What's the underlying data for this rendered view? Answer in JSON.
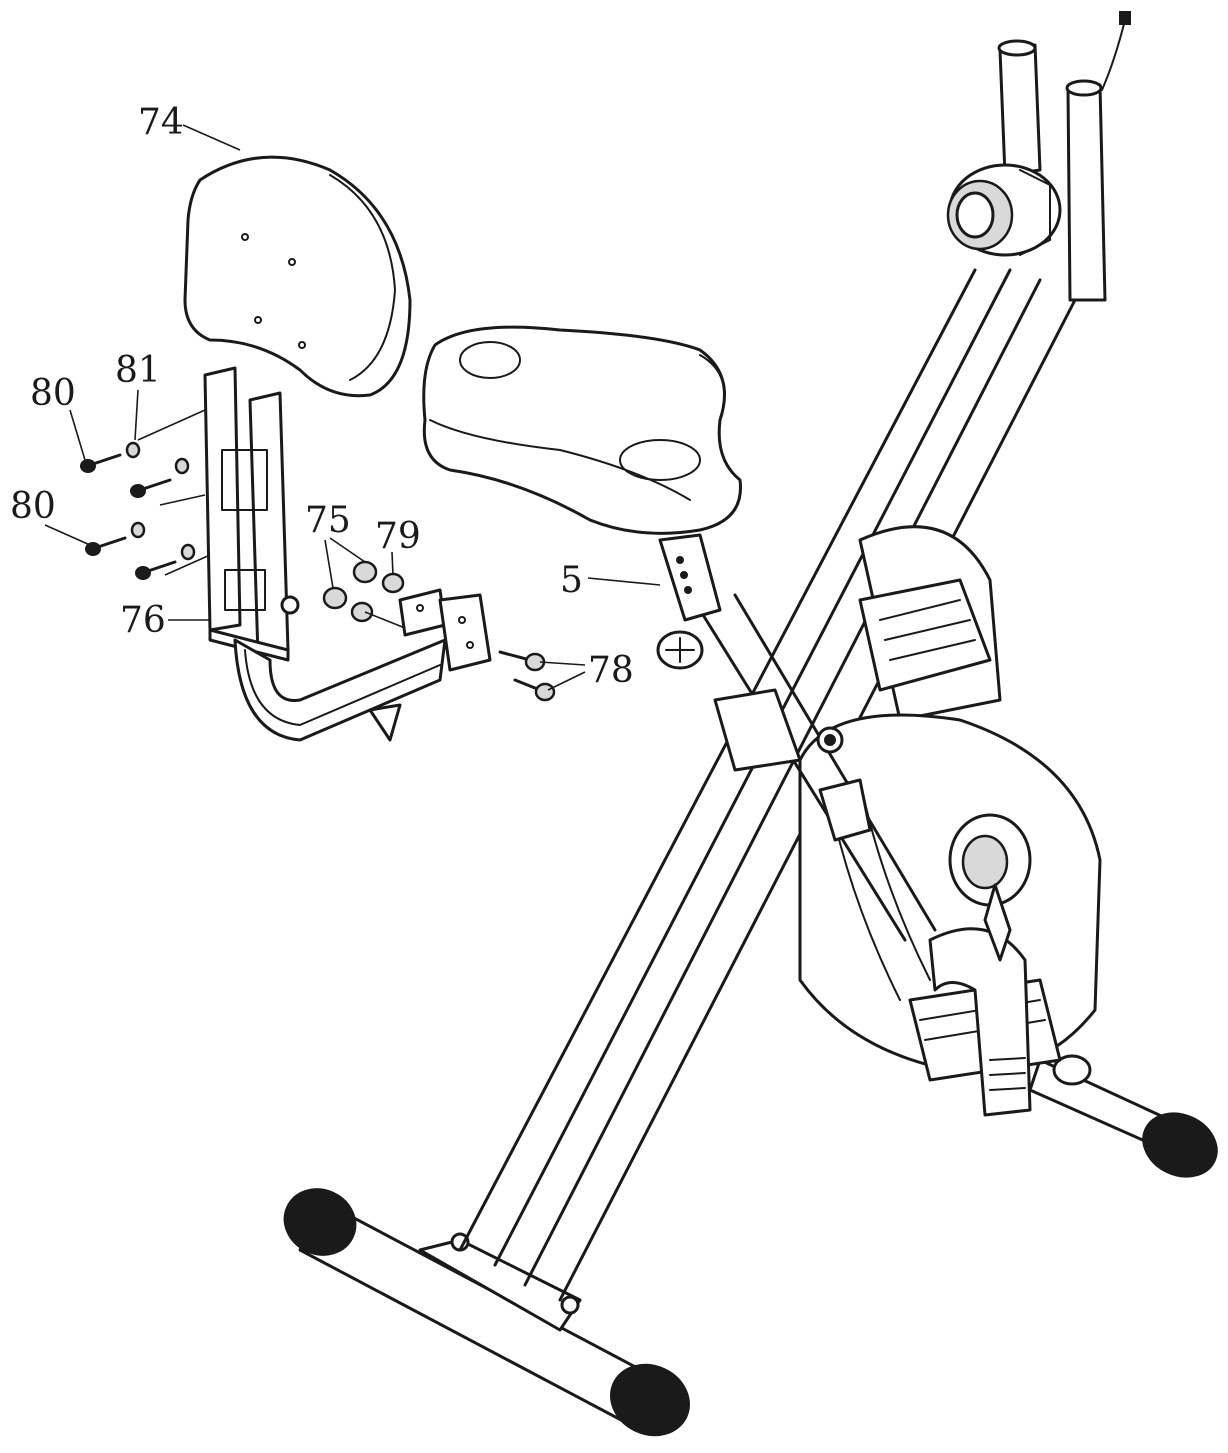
{
  "diagram": {
    "callouts": [
      {
        "id": "c74",
        "label": "74"
      },
      {
        "id": "c81",
        "label": "81"
      },
      {
        "id": "c80a",
        "label": "80"
      },
      {
        "id": "c80b",
        "label": "80"
      },
      {
        "id": "c75",
        "label": "75"
      },
      {
        "id": "c79",
        "label": "79"
      },
      {
        "id": "c5",
        "label": "5"
      },
      {
        "id": "c76",
        "label": "76"
      },
      {
        "id": "c78",
        "label": "78"
      }
    ]
  }
}
